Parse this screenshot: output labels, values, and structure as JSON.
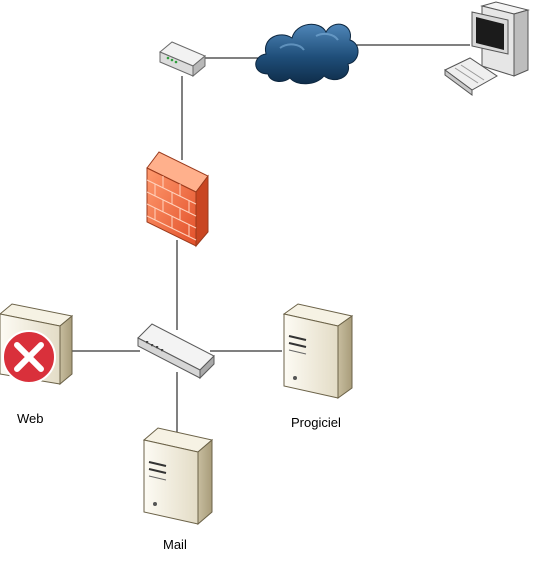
{
  "labels": {
    "web": "Web",
    "progiciel": "Progiciel",
    "mail": "Mail"
  },
  "nodes": [
    {
      "id": "router",
      "icon": "router-icon"
    },
    {
      "id": "internet",
      "icon": "cloud-icon"
    },
    {
      "id": "client",
      "icon": "workstation-icon"
    },
    {
      "id": "firewall",
      "icon": "firewall-icon"
    },
    {
      "id": "switch",
      "icon": "switch-icon"
    },
    {
      "id": "web",
      "icon": "server-icon",
      "status": "error"
    },
    {
      "id": "progiciel",
      "icon": "server-icon"
    },
    {
      "id": "mail",
      "icon": "server-icon"
    }
  ],
  "links": [
    [
      "router",
      "internet"
    ],
    [
      "internet",
      "client"
    ],
    [
      "router",
      "firewall"
    ],
    [
      "firewall",
      "switch"
    ],
    [
      "switch",
      "web"
    ],
    [
      "switch",
      "progiciel"
    ],
    [
      "switch",
      "mail"
    ]
  ],
  "colors": {
    "link": "#000000",
    "cloud": "#1f4e79",
    "firewall": "#f0643c",
    "server": "#d9d0b8",
    "error": "#d9303b"
  }
}
